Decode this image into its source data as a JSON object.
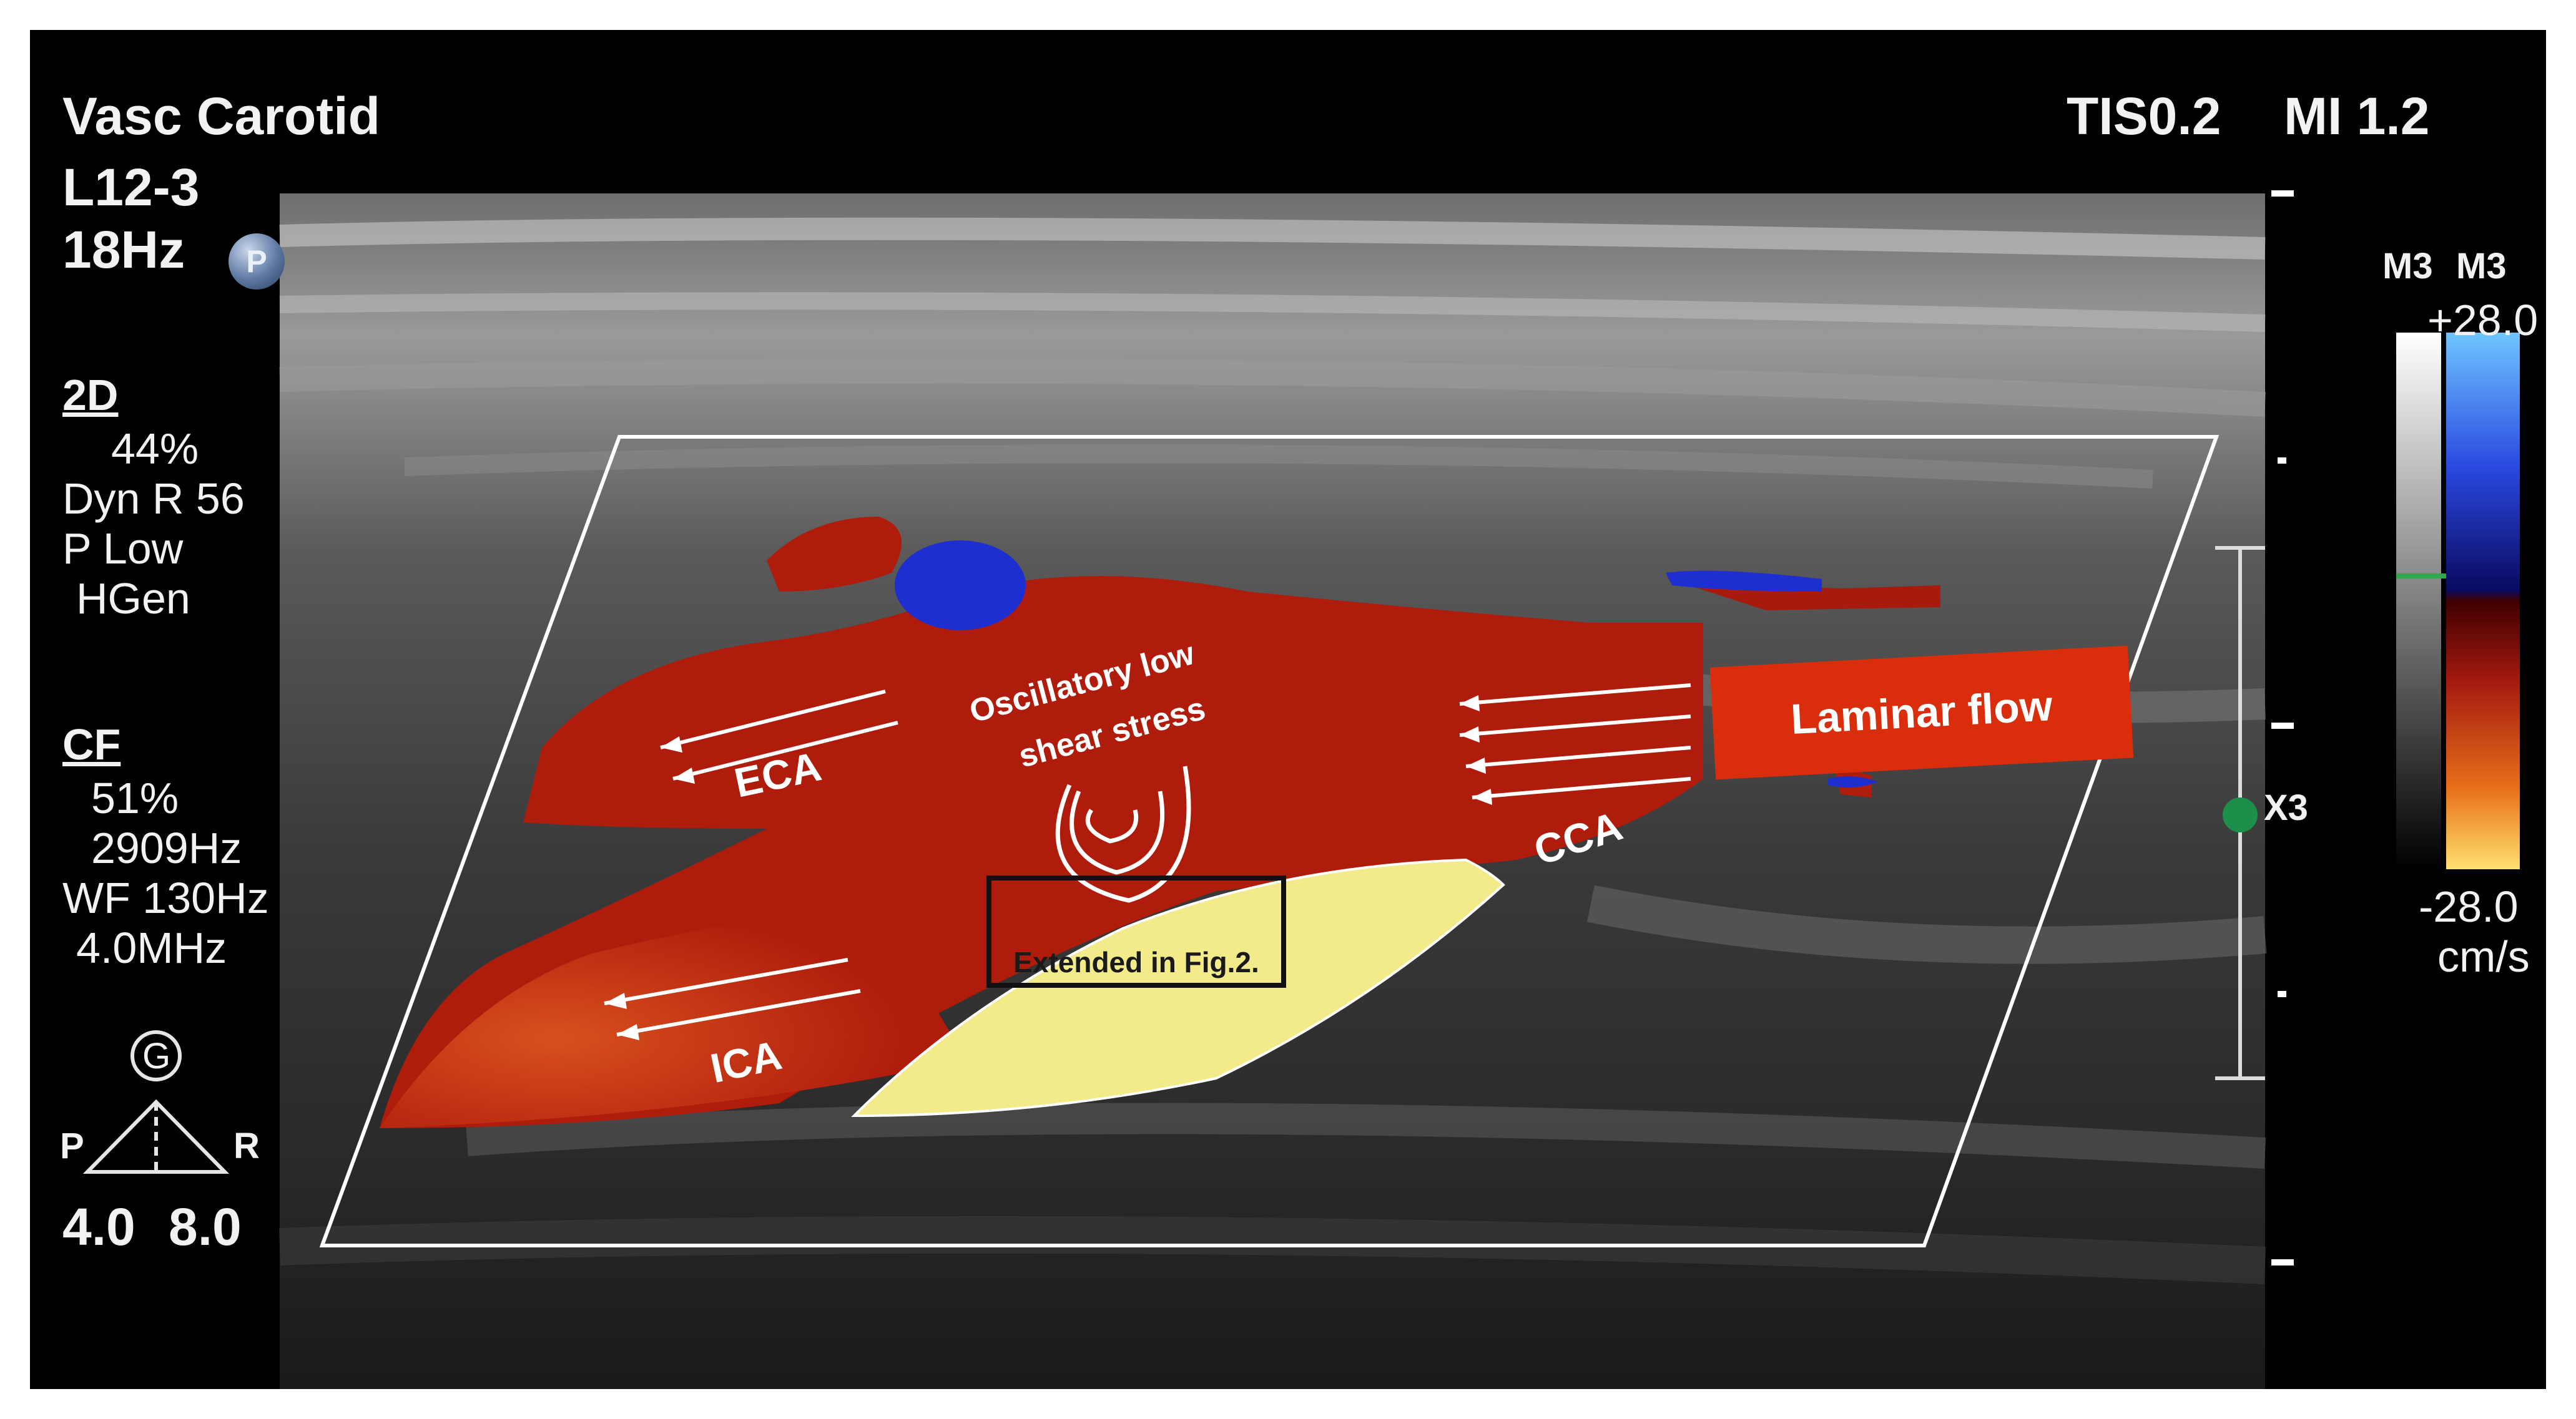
{
  "header": {
    "preset": "Vasc Carotid",
    "probe": "L12-3",
    "frame_rate": "18Hz",
    "badge": "P",
    "thermal_index": "TIS0.2",
    "mechanical_index": "MI 1.2"
  },
  "mode_2d": {
    "title": "2D",
    "gain": "44%",
    "dynamic_range": "Dyn R 56",
    "power": "P Low",
    "frequency_mode": "HGen"
  },
  "color_flow": {
    "title": "CF",
    "gain": "51%",
    "prf": "2909Hz",
    "wall_filter": "WF 130Hz",
    "frequency": "4.0MHz"
  },
  "focus": {
    "g_label": "G",
    "left_label": "P",
    "right_label": "R",
    "value_left": "4.0",
    "value_right": "8.0"
  },
  "color_scale": {
    "map_left": "M3",
    "map_right": "M3",
    "max": "+28.0",
    "min": "-28.0",
    "unit": "cm/s"
  },
  "depth_marker": {
    "zoom": "X3"
  },
  "annotations": {
    "eca": "ECA",
    "ica": "ICA",
    "cca": "CCA",
    "oscillatory_line1": "Oscillatory low",
    "oscillatory_line2": "shear stress",
    "laminar": "Laminar flow",
    "extended": "Extended in Fig.2."
  },
  "colors": {
    "flow_red": "#b01c0c",
    "flow_blue": "#1d2fd0",
    "plaque_yellow": "#f3ea8a",
    "laminar_box": "#d92d0b"
  }
}
